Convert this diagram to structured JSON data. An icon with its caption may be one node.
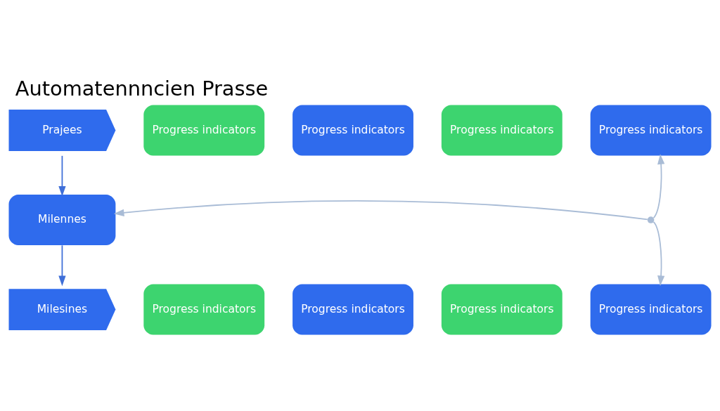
{
  "diagram": {
    "title": "Automatennncien Prasse",
    "nodes": [
      {
        "text": [
          "Prajees"
        ]
      },
      {
        "text": [
          "Progress indicators"
        ]
      },
      {
        "text": [
          "Progress indicators"
        ]
      },
      {
        "text": [
          "Progress indicators"
        ]
      },
      {
        "text": [
          "Progress indicators"
        ]
      },
      {
        "text": [
          "Milennes"
        ]
      },
      {
        "text": [
          "Milesines"
        ]
      },
      {
        "text": [
          "Progress indicators"
        ]
      },
      {
        "text": [
          "Progress indicators"
        ]
      },
      {
        "text": [
          "Progress indicators"
        ]
      },
      {
        "text": [
          "Progress indicators"
        ]
      },
      {
        "text": [],
        "shape": "circle"
      }
    ],
    "edges": [
      {
        "from": 0,
        "to": 5,
        "arrow": "to",
        "color": "#3f6fd8"
      },
      {
        "from": 5,
        "to": 6,
        "arrow": "to",
        "color": "#3f6fd8"
      },
      {
        "from": 11,
        "to": 5,
        "arrow": "to"
      },
      {
        "from": 11,
        "to": 4,
        "arrow": "to"
      },
      {
        "from": 11,
        "to": 10,
        "arrow": "to"
      }
    ]
  }
}
